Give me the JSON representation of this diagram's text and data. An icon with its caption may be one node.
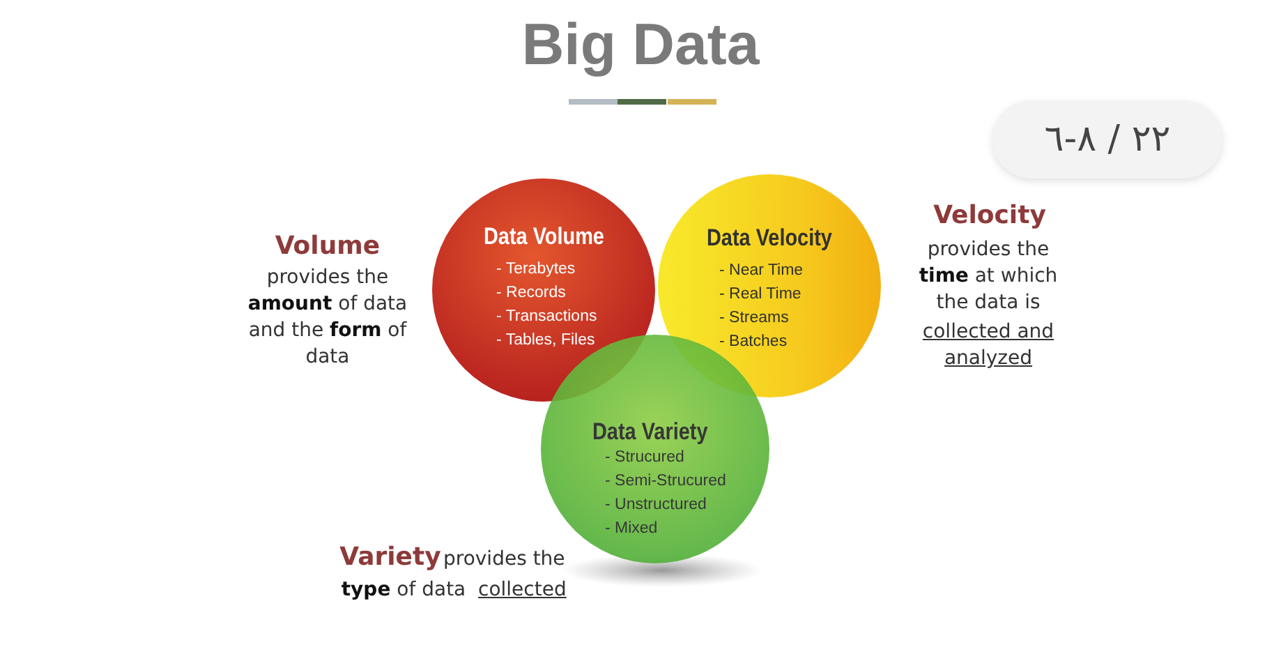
{
  "diagram": {
    "title": "Big Data",
    "nodes": [
      {
        "text": [
          "Data Volume",
          "- Terabytes",
          "- Records",
          "- Transactions",
          "- Tables, Files"
        ]
      },
      {
        "text": [
          "Data Velocity",
          "- Near Time",
          "- Real Time",
          "- Streams",
          "- Batches"
        ]
      },
      {
        "text": [
          "Data Variety",
          "- Strucured",
          "- Semi-Strucured",
          "- Unstructured",
          "- Mixed"
        ]
      }
    ],
    "labels": [
      "Volume",
      "provides the **amount** of data and the **form** of data",
      "٢٢ / ٨-٦",
      "Velocity",
      "provides the **time** at which the data is",
      "collected and analyzed",
      "Variety",
      "provides the",
      "**type** of data",
      "collected"
    ]
  }
}
